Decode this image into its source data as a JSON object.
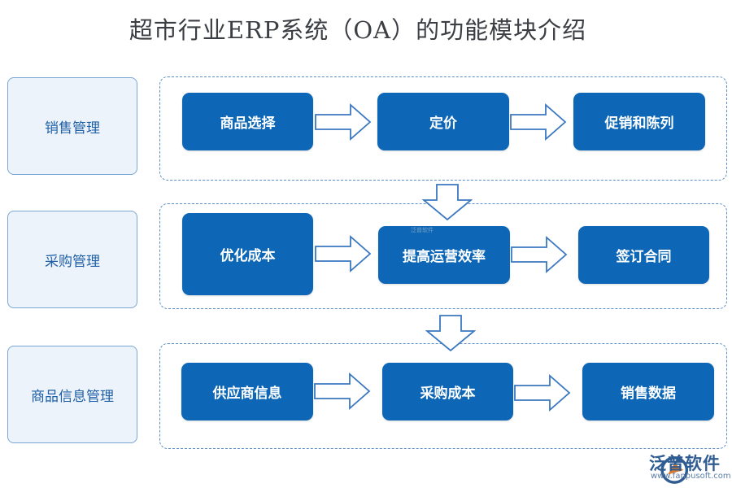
{
  "title": "超市行业ERP系统（OA）的功能模块介绍",
  "rows": [
    {
      "category": "销售管理",
      "steps": [
        "商品选择",
        "定价",
        "促销和陈列"
      ]
    },
    {
      "category": "采购管理",
      "steps": [
        "优化成本",
        "提高运营效率",
        "签订合同"
      ]
    },
    {
      "category": "商品信息管理",
      "steps": [
        "供应商信息",
        "采购成本",
        "销售数据"
      ]
    }
  ],
  "logo": {
    "name": "泛普软件",
    "url": "www.fanpusoft.com"
  },
  "watermark": "泛普软件",
  "colors": {
    "box": "#0d67b6",
    "arrow_stroke": "#3b78c0",
    "category_bg": "#edf3fa",
    "title": "#3b3f44"
  }
}
